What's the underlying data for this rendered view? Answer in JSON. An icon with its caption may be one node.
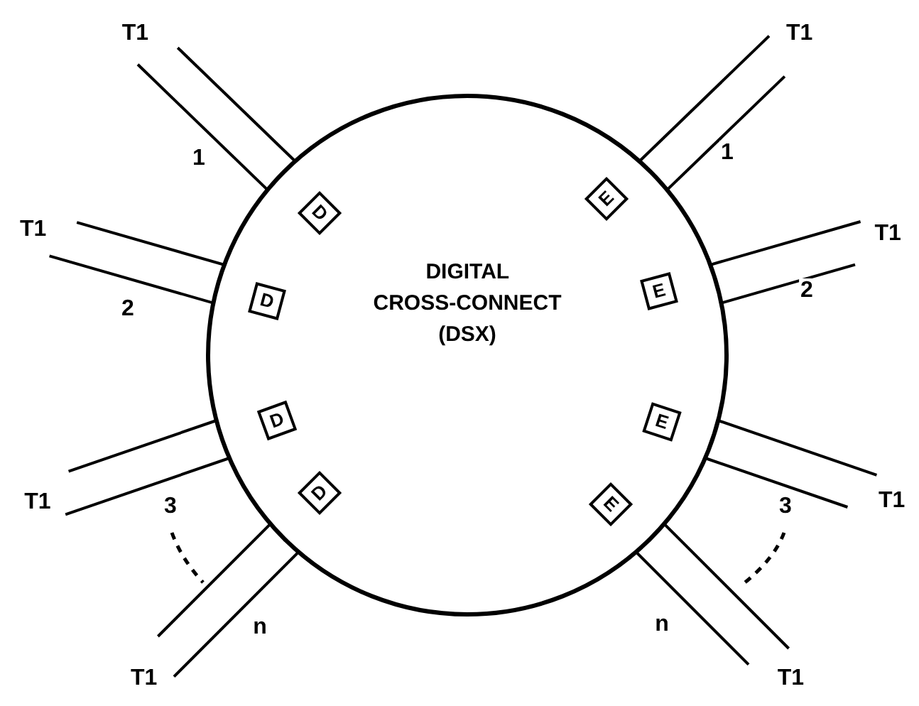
{
  "diagram": {
    "nodes": [
      {
        "text": [
          "DIGITAL CROSS-CONNECT (DSX)"
        ]
      },
      {
        "text": [
          "D"
        ],
        "in": 0
      },
      {
        "text": [
          "D"
        ],
        "in": 0
      },
      {
        "text": [
          "D"
        ],
        "in": 0
      },
      {
        "text": [
          "D"
        ],
        "in": 0
      },
      {
        "text": [
          "E"
        ],
        "in": 0
      },
      {
        "text": [
          "E"
        ],
        "in": 0
      },
      {
        "text": [
          "E"
        ],
        "in": 0
      },
      {
        "text": [
          "E"
        ],
        "in": 0
      },
      {
        "text": [
          "T1"
        ]
      },
      {
        "text": [
          "T1"
        ]
      },
      {
        "text": [
          "T1"
        ]
      },
      {
        "text": [
          "T1"
        ]
      },
      {
        "text": [
          "T1"
        ]
      },
      {
        "text": [
          "T1"
        ]
      },
      {
        "text": [
          "T1"
        ]
      },
      {
        "text": [
          "T1"
        ]
      }
    ],
    "edges": [
      {
        "from": 9,
        "to": 0,
        "arrow": "none",
        "label": "1"
      },
      {
        "from": 10,
        "to": 0,
        "arrow": "none",
        "label": "2"
      },
      {
        "from": 11,
        "to": 0,
        "arrow": "none"
      },
      {
        "from": 12,
        "to": 0,
        "arrow": "none",
        "label": "n"
      },
      {
        "from": 13,
        "to": 0,
        "arrow": "none",
        "label": "1"
      },
      {
        "from": 14,
        "to": 0,
        "arrow": "none",
        "label": "2"
      },
      {
        "from": 15,
        "to": 0,
        "arrow": "none"
      },
      {
        "from": 16,
        "to": 0,
        "arrow": "none",
        "label": "n"
      }
    ],
    "labels": [
      "3",
      "3"
    ]
  }
}
